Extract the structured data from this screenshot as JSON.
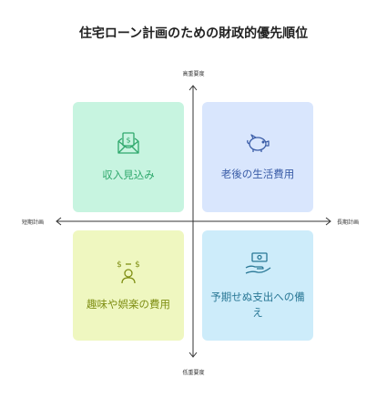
{
  "title": "住宅ローン計画のための財政的優先順位",
  "axes": {
    "top": "高重要度",
    "bottom": "低重要度",
    "left": "短期計画",
    "right": "長期計画"
  },
  "quadrants": {
    "top_left": {
      "label": "収入見込み",
      "icon": "money-envelope-icon",
      "color": "#2fa86c"
    },
    "top_right": {
      "label": "老後の生活費用",
      "icon": "piggy-bank-icon",
      "color": "#3c5ea8"
    },
    "bottom_left": {
      "label": "趣味や娯楽の費用",
      "icon": "person-money-icon",
      "color": "#7f8f14"
    },
    "bottom_right": {
      "label": "予期せぬ支出への備え",
      "icon": "hand-cash-icon",
      "color": "#2a7896"
    }
  }
}
